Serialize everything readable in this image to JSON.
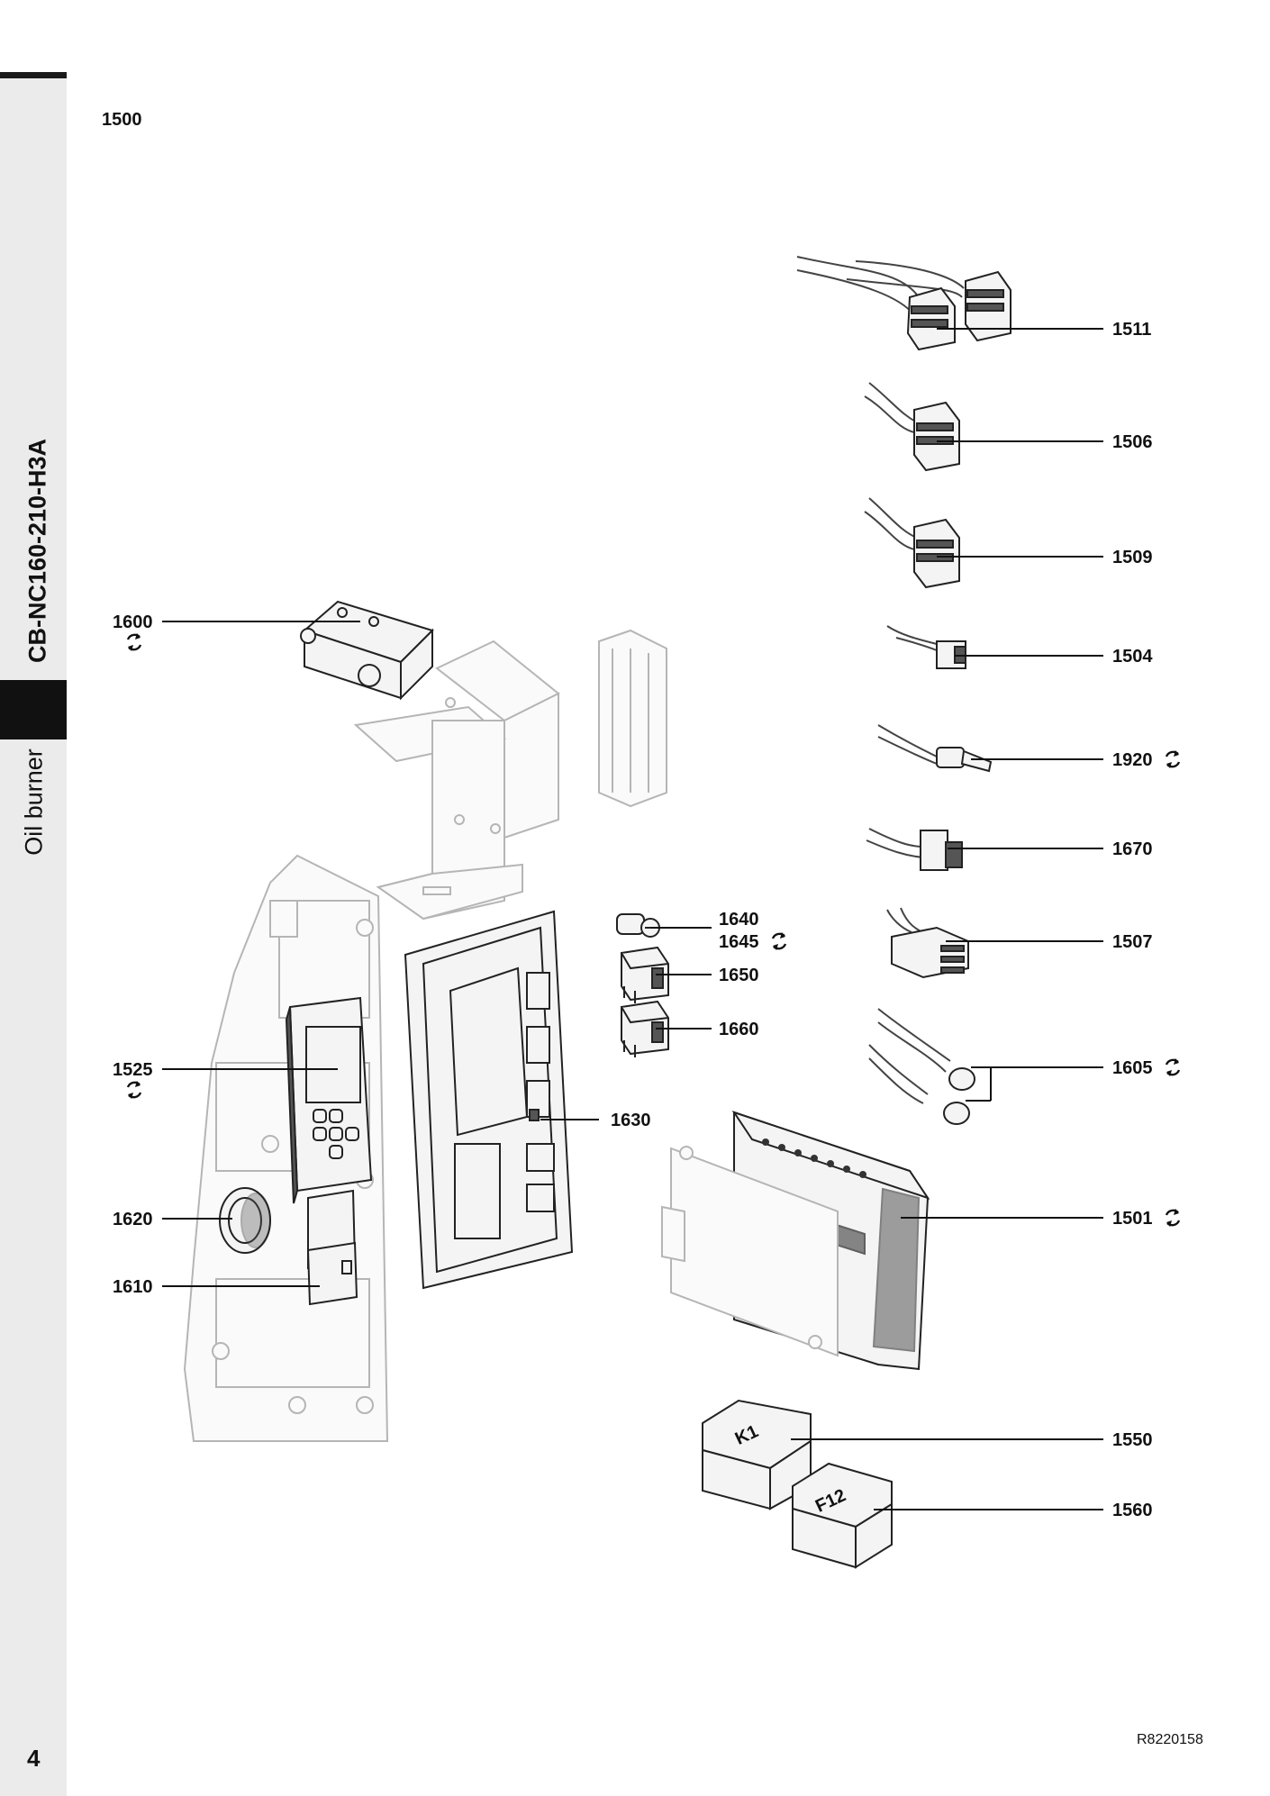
{
  "sidebar": {
    "model": "CB-NC160-210-H3A",
    "section": "Oil burner"
  },
  "page": {
    "group_label": "1500",
    "number": "4",
    "reference": "R8220158"
  },
  "callouts": {
    "c1511": "1511",
    "c1506": "1506",
    "c1509": "1509",
    "c1504": "1504",
    "c1920": "1920",
    "c1670": "1670",
    "c1507": "1507",
    "c1605": "1605",
    "c1501": "1501",
    "c1550": "1550",
    "c1560": "1560",
    "c1640": "1640",
    "c1645": "1645",
    "c1650": "1650",
    "c1660": "1660",
    "c1630": "1630",
    "c1600": "1600",
    "c1525": "1525",
    "c1620": "1620",
    "c1610": "1610"
  },
  "part_markings": {
    "relay": "K1",
    "fuse": "F12"
  },
  "icons": {
    "replaceable_marker": "cycle-arrows-icon"
  }
}
